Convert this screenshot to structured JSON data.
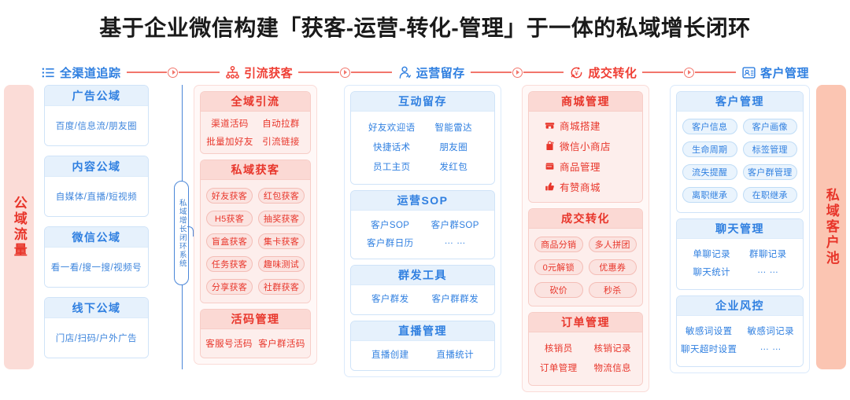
{
  "title": "基于企业微信构建「获客-运营-转化-管理」于一体的私域增长闭环",
  "colors": {
    "blue": "#2f7fe0",
    "red": "#e8352a",
    "connector": "#f2766c",
    "rail_left_bg": "#fbdcd7",
    "rail_right_bg": "#fbc5b2"
  },
  "stages": [
    {
      "label": "全渠道追踪",
      "icon": "list-icon",
      "color": "blue"
    },
    {
      "label": "引流获客",
      "icon": "sitemap-icon",
      "color": "red"
    },
    {
      "label": "运营留存",
      "icon": "user-pulse-icon",
      "color": "blue"
    },
    {
      "label": "成交转化",
      "icon": "yuan-refresh-icon",
      "color": "red"
    },
    {
      "label": "客户管理",
      "icon": "id-card-icon",
      "color": "blue"
    }
  ],
  "rails": {
    "left": "公域流量",
    "right": "私域客户池"
  },
  "divider": {
    "label": "私域增长闭环系统"
  },
  "col1": {
    "cards": [
      {
        "title": "广告公域",
        "text": "百度/信息流/朋友圈"
      },
      {
        "title": "内容公域",
        "text": "自媒体/直播/短视频"
      },
      {
        "title": "微信公域",
        "text": "看一看/搜一搜/视频号"
      },
      {
        "title": "线下公域",
        "text": "门店/扫码/户外广告"
      }
    ]
  },
  "col2": {
    "cards": [
      {
        "title": "全域引流",
        "type": "textgrid",
        "items": [
          "渠道活码",
          "自动拉群",
          "批量加好友",
          "引流链接"
        ]
      },
      {
        "title": "私域获客",
        "type": "pills",
        "items": [
          "好友获客",
          "红包获客",
          "H5获客",
          "抽奖获客",
          "盲盒获客",
          "集卡获客",
          "任务获客",
          "趣味测试",
          "分享获客",
          "社群获客"
        ]
      },
      {
        "title": "活码管理",
        "type": "textgrid",
        "items": [
          "客服号活码",
          "客户群活码"
        ]
      }
    ]
  },
  "col3": {
    "cards": [
      {
        "title": "互动留存",
        "type": "textgrid",
        "items": [
          "好友欢迎语",
          "智能雷达",
          "快捷话术",
          "朋友圈",
          "员工主页",
          "发红包"
        ]
      },
      {
        "title": "运营SOP",
        "type": "textgrid",
        "items": [
          "客户SOP",
          "客户群SOP",
          "客户群日历",
          "… …"
        ]
      },
      {
        "title": "群发工具",
        "type": "textgrid",
        "items": [
          "客户群发",
          "客户群群发"
        ]
      },
      {
        "title": "直播管理",
        "type": "textgrid",
        "items": [
          "直播创建",
          "直播统计"
        ]
      }
    ]
  },
  "col4": {
    "cards": [
      {
        "title": "商城管理",
        "type": "iconlist",
        "items": [
          {
            "label": "商城搭建",
            "icon": "store-icon"
          },
          {
            "label": "微信小商店",
            "icon": "bag-plus-icon"
          },
          {
            "label": "商品管理",
            "icon": "shop-icon"
          },
          {
            "label": "有赞商城",
            "icon": "thumbs-up-icon"
          }
        ]
      },
      {
        "title": "成交转化",
        "type": "pills",
        "items": [
          "商品分销",
          "多人拼团",
          "0元解锁",
          "优惠券",
          "砍价",
          "秒杀"
        ]
      },
      {
        "title": "订单管理",
        "type": "textgrid",
        "items": [
          "核销员",
          "核销记录",
          "订单管理",
          "物流信息"
        ]
      }
    ]
  },
  "col5": {
    "cards": [
      {
        "title": "客户管理",
        "type": "pills",
        "items": [
          "客户信息",
          "客户画像",
          "生命周期",
          "标签管理",
          "流失提醒",
          "客户群管理",
          "离职继承",
          "在职继承"
        ]
      },
      {
        "title": "聊天管理",
        "type": "textgrid",
        "items": [
          "单聊记录",
          "群聊记录",
          "聊天统计",
          "… …"
        ]
      },
      {
        "title": "企业风控",
        "type": "textgrid",
        "items": [
          "敏感词设置",
          "敏感词记录",
          "聊天超时设置",
          "… …"
        ]
      }
    ]
  }
}
